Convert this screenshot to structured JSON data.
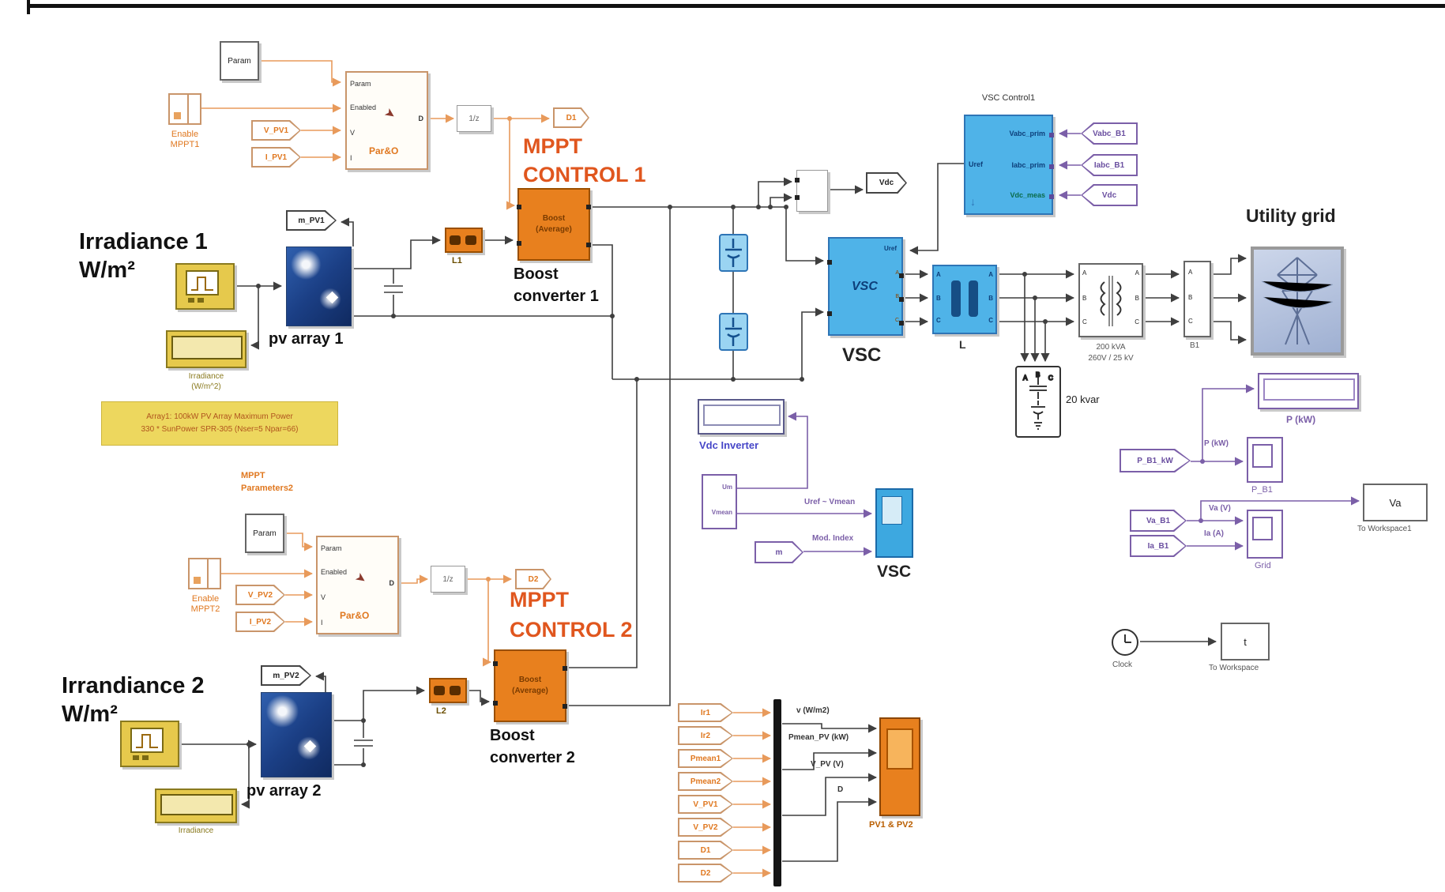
{
  "mppt1": {
    "param": "Param",
    "enable_line1": "Enable",
    "enable_line2": "MPPT1",
    "v_tag": "V_PV1",
    "i_tag": "I_PV1",
    "port_param": "Param",
    "port_enabled": "Enabled",
    "port_v": "V",
    "port_i": "I",
    "port_d": "D",
    "name": "Par&O",
    "rt": "1/z",
    "d_goto": "D1",
    "title1": "MPPT",
    "title2": "CONTROL 1"
  },
  "mppt2": {
    "header1": "MPPT",
    "header2": "Parameters2",
    "param": "Param",
    "enable_line1": "Enable",
    "enable_line2": "MPPT2",
    "v_tag": "V_PV2",
    "i_tag": "I_PV2",
    "port_param": "Param",
    "port_enabled": "Enabled",
    "port_v": "V",
    "port_i": "I",
    "port_d": "D",
    "name": "Par&O",
    "rt": "1/z",
    "d_goto": "D2",
    "title1": "MPPT",
    "title2": "CONTROL 2"
  },
  "pv1": {
    "m_tag": "m_PV1",
    "label": "pv array 1",
    "heading1": "Irradiance 1",
    "heading2": "W/m²",
    "display_caption1": "Irradiance",
    "display_caption2": "(W/m^2)",
    "note1": "Array1: 100kW PV Array Maximum Power",
    "note2": "330 * SunPower SPR-305  (Nser=5 Npar=66)"
  },
  "pv2": {
    "m_tag": "m_PV2",
    "label": "pv array 2",
    "heading1": "Irrandiance 2",
    "heading2": "W/m²",
    "display_caption1": "Irradiance"
  },
  "boost1": {
    "name1": "Boost",
    "name2": "(Average)",
    "l_label": "L1",
    "caption1": "Boost",
    "caption2": "converter 1"
  },
  "boost2": {
    "name1": "Boost",
    "name2": "(Average)",
    "l_label": "L2",
    "caption1": "Boost",
    "caption2": "converter 2"
  },
  "dc": {
    "vdc_goto": "Vdc"
  },
  "vsc_control": {
    "title": "VSC Control1",
    "uref": "Uref",
    "in1": "Vabc_prim",
    "in2": "Iabc_prim",
    "in3": "Vdc_meas",
    "tag1": "Vabc_B1",
    "tag2": "Iabc_B1",
    "tag3": "Vdc"
  },
  "vsc": {
    "name": "VSC",
    "uref": "Uref",
    "caption": "VSC",
    "pa": "A",
    "pb": "B",
    "pc": "C"
  },
  "lfilter": {
    "caption": "L",
    "pa": "A",
    "pb": "B",
    "pc": "C"
  },
  "transformer": {
    "caption1": "200 kVA",
    "caption2": "260V / 25 kV",
    "pa": "A",
    "pb": "B",
    "pc": "C"
  },
  "b1": {
    "caption": "B1",
    "pa": "A",
    "pb": "B",
    "pc": "C"
  },
  "grid": {
    "title": "Utility grid"
  },
  "kvar": {
    "label": "20 kvar"
  },
  "pmeter": {
    "display_caption": "P (kW)",
    "tag": "P_B1_kW",
    "wire_label": "P (kW)",
    "scope_caption": "P_B1"
  },
  "gmeter": {
    "tag_v": "Va_B1",
    "tag_i": "Ia_B1",
    "wire_v": "Va (V)",
    "wire_i": "Ia (A)",
    "scope_caption": "Grid",
    "workspace": "Va",
    "workspace_caption": "To Workspace1"
  },
  "clockgrp": {
    "caption": "Clock",
    "workspace": "t",
    "workspace_caption": "To Workspace"
  },
  "inverter": {
    "display_caption": "Vdc Inverter",
    "port1": "Um",
    "port2": "Vmean",
    "wire1": "Uref ~ Vmean",
    "m_tag": "m",
    "wire2": "Mod. Index",
    "scope_caption": "VSC"
  },
  "pvscope": {
    "tags": [
      "Ir1",
      "Ir2",
      "Pmean1",
      "Pmean2",
      "V_PV1",
      "V_PV2",
      "D1",
      "D2"
    ],
    "wires": [
      "v (W/m2)",
      "Pmean_PV (kW)",
      "V_PV (V)",
      "D"
    ],
    "caption": "PV1 & PV2"
  }
}
